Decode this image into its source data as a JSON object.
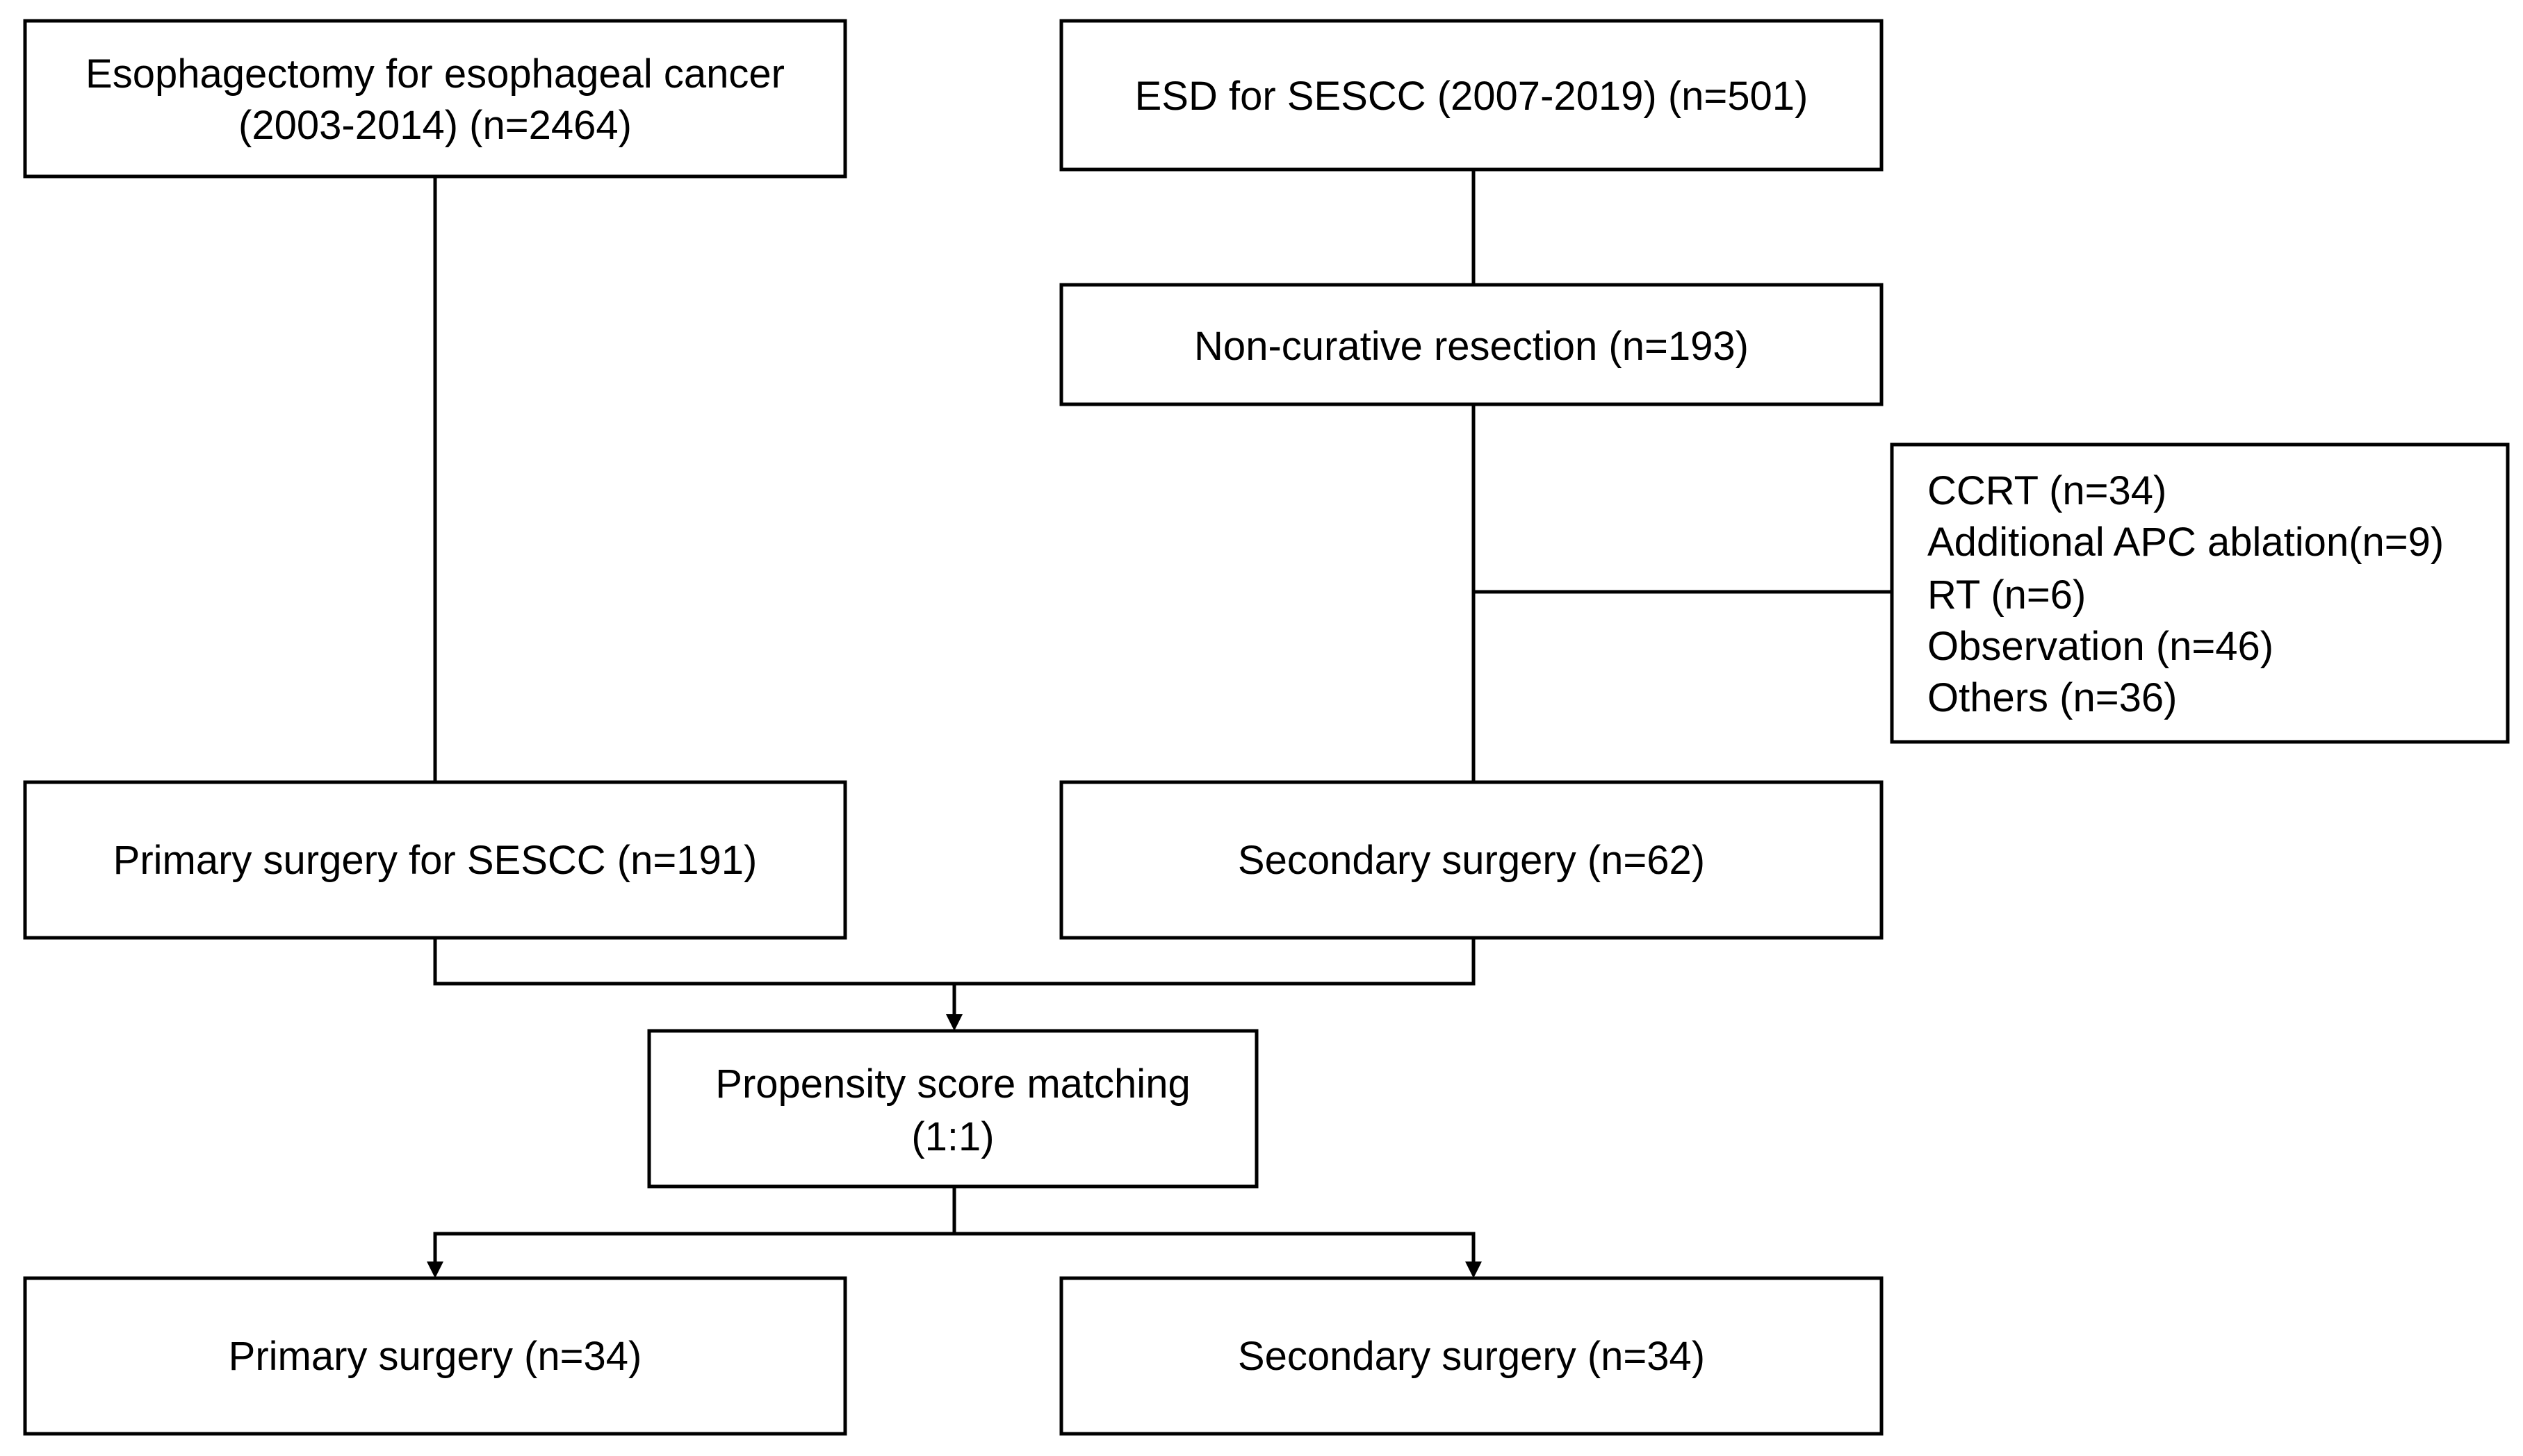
{
  "boxes": {
    "esophagectomy": {
      "line1": "Esophagectomy for esophageal cancer",
      "line2": "(2003-2014) (n=2464)"
    },
    "esd": {
      "line1": "ESD for SESCC (2007-2019) (n=501)"
    },
    "non_curative": {
      "line1": "Non-curative resection (n=193)"
    },
    "other_treatments": {
      "items": [
        "CCRT (n=34)",
        "Additional APC ablation(n=9)",
        "RT (n=6)",
        "Observation (n=46)",
        "Others (n=36)"
      ]
    },
    "primary_surgery_sescc": {
      "line1": "Primary surgery for SESCC (n=191)"
    },
    "secondary_surgery": {
      "line1": "Secondary surgery (n=62)"
    },
    "psm": {
      "line1": "Propensity score matching",
      "line2": "(1:1)"
    },
    "primary_matched": {
      "line1": "Primary surgery (n=34)"
    },
    "secondary_matched": {
      "line1": "Secondary surgery (n=34)"
    }
  },
  "colors": {
    "stroke": "#000000",
    "fill": "#ffffff",
    "text": "#000000"
  }
}
